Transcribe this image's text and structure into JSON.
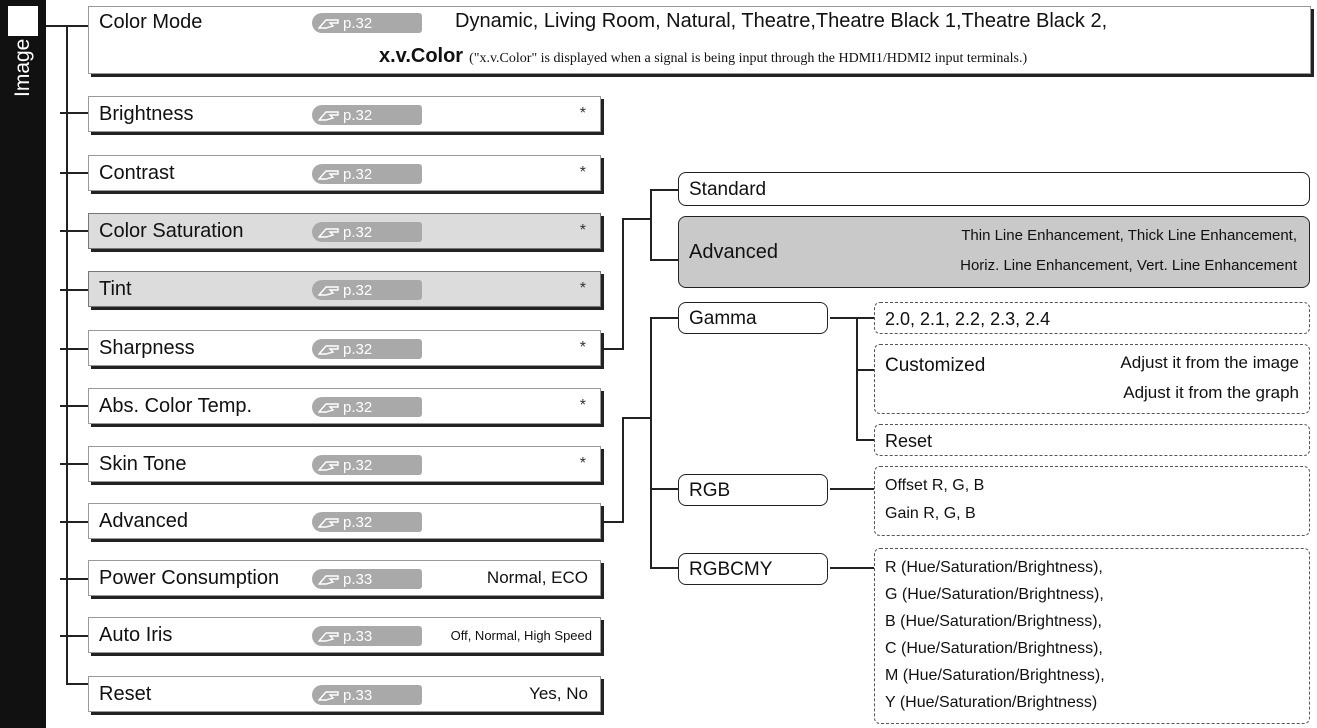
{
  "side_label": "Image",
  "items": [
    {
      "name": "Color Mode",
      "ref": "p.32",
      "options_line1": "Dynamic, Living Room, Natural, Theatre,Theatre Black 1,Theatre Black 2,",
      "xv_label": "x.v.Color",
      "xv_note": "(\"x.v.Color\" is displayed when a signal is being input through the HDMI1/HDMI2 input terminals.)"
    },
    {
      "name": "Brightness",
      "ref": "p.32",
      "value": "*"
    },
    {
      "name": "Contrast",
      "ref": "p.32",
      "value": "*"
    },
    {
      "name": "Color Saturation",
      "ref": "p.32",
      "value": "*"
    },
    {
      "name": "Tint",
      "ref": "p.32",
      "value": "*"
    },
    {
      "name": "Sharpness",
      "ref": "p.32",
      "value": "*"
    },
    {
      "name": "Abs. Color Temp.",
      "ref": "p.32",
      "value": "*"
    },
    {
      "name": "Skin Tone",
      "ref": "p.32",
      "value": "*"
    },
    {
      "name": "Advanced",
      "ref": "p.32",
      "value": ""
    },
    {
      "name": "Power Consumption",
      "ref": "p.33",
      "value": "Normal, ECO"
    },
    {
      "name": "Auto Iris",
      "ref": "p.33",
      "value": "Off, Normal, High Speed"
    },
    {
      "name": "Reset",
      "ref": "p.33",
      "value": "Yes, No"
    }
  ],
  "sharpness_sub": {
    "standard": "Standard",
    "advanced": "Advanced",
    "advanced_opts_1": "Thin Line Enhancement, Thick Line Enhancement,",
    "advanced_opts_2": "Horiz. Line Enhancement, Vert. Line Enhancement"
  },
  "advanced_sub": {
    "gamma": "Gamma",
    "gamma_values": "2.0, 2.1, 2.2, 2.3, 2.4",
    "customized": "Customized",
    "customized_opt_1": "Adjust it from the image",
    "customized_opt_2": "Adjust it from the graph",
    "gamma_reset": "Reset",
    "rgb": "RGB",
    "rgb_opt_1": "Offset R, G, B",
    "rgb_opt_2": "Gain R, G, B",
    "rgbcmy": "RGBCMY",
    "rgbcmy_opts": [
      "R (Hue/Saturation/Brightness),",
      "G (Hue/Saturation/Brightness),",
      "B (Hue/Saturation/Brightness),",
      "C (Hue/Saturation/Brightness),",
      "M (Hue/Saturation/Brightness),",
      "Y (Hue/Saturation/Brightness)"
    ]
  }
}
